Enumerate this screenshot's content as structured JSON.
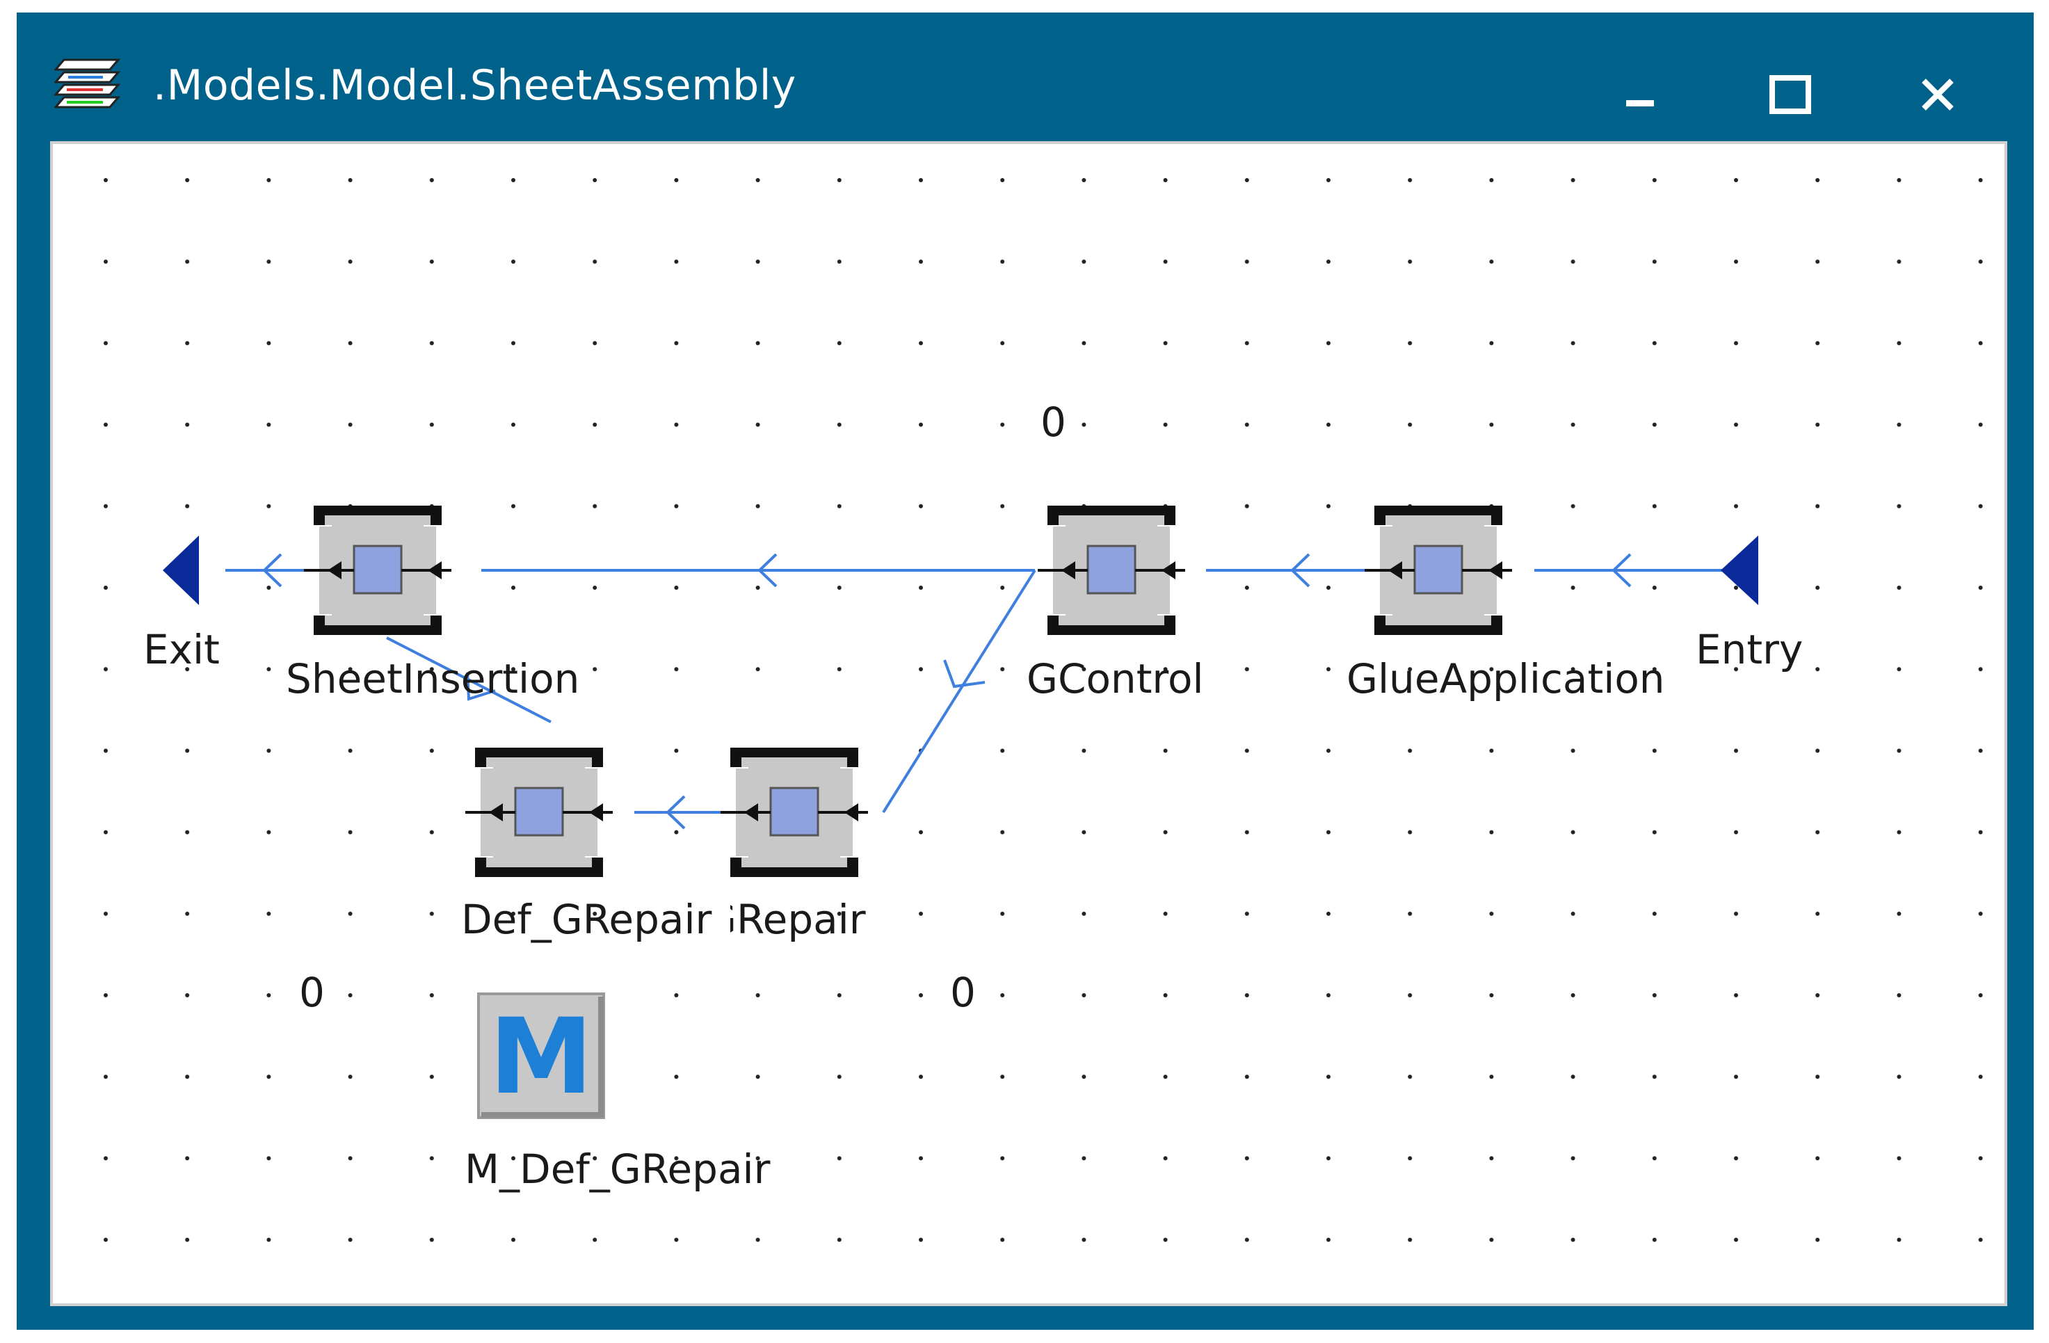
{
  "window": {
    "title": ".Models.Model.SheetAssembly",
    "icon": "frame-layers-icon",
    "controls": {
      "minimize": "minimize-icon",
      "maximize": "maximize-icon",
      "close": "close-icon"
    }
  },
  "colors": {
    "titlebar": "#00618a",
    "connector": "#3f7fe0",
    "marker": "#0a2a9a",
    "station_fill": "#c8c8c8",
    "station_core": "#8ea2e0",
    "method_letter": "#1e7fd6"
  },
  "diagram": {
    "objects": [
      {
        "id": "exit",
        "label": "Exit",
        "kind": "drain"
      },
      {
        "id": "sheet_insertion",
        "label": "SheetInsertion",
        "kind": "station"
      },
      {
        "id": "gcontrol",
        "label": "GControl",
        "kind": "station"
      },
      {
        "id": "glue_application",
        "label": "GlueApplication",
        "kind": "station"
      },
      {
        "id": "entry",
        "label": "Entry",
        "kind": "source"
      },
      {
        "id": "def_grepair",
        "label": "Def_GRepair",
        "kind": "station"
      },
      {
        "id": "grepair",
        "label": "GRepair",
        "kind": "station"
      },
      {
        "id": "m_def_grepair",
        "label": "M_Def_GRepair",
        "kind": "method",
        "glyph": "M"
      }
    ],
    "counters": [
      "0",
      "0",
      "0"
    ]
  }
}
